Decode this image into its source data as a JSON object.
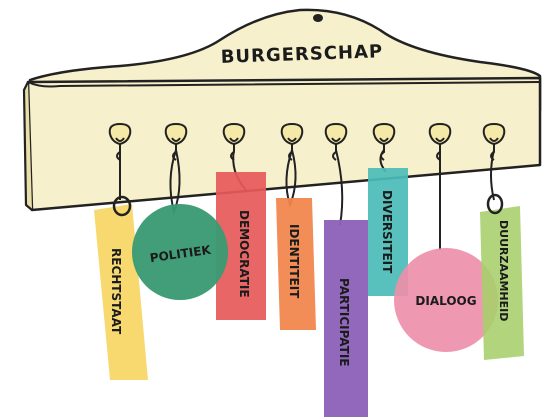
{
  "board": {
    "title": "BURGERSCHAP"
  },
  "tags": {
    "rechtstaat": "RECHTSTAAT",
    "politiek": "POLITIEK",
    "democratie": "DEMOCRATIE",
    "identiteit": "IDENTITEIT",
    "participatie": "PARTICIPATIE",
    "diversiteit": "DIVERSITEIT",
    "dialoog": "DIALOOG",
    "duurzaamheid": "DUURZAAMHEID"
  },
  "colors": {
    "board": "#f6f0cc",
    "hook": "#f5e9a8",
    "rechtstaat": "#f7d768",
    "politiek": "#3a9a72",
    "democratie": "#e65a5a",
    "identiteit": "#f1874e",
    "participatie": "#8d62b8",
    "diversiteit": "#4cbcb8",
    "dialoog": "#ee8faa",
    "duurzaamheid": "#a8cf6e"
  }
}
